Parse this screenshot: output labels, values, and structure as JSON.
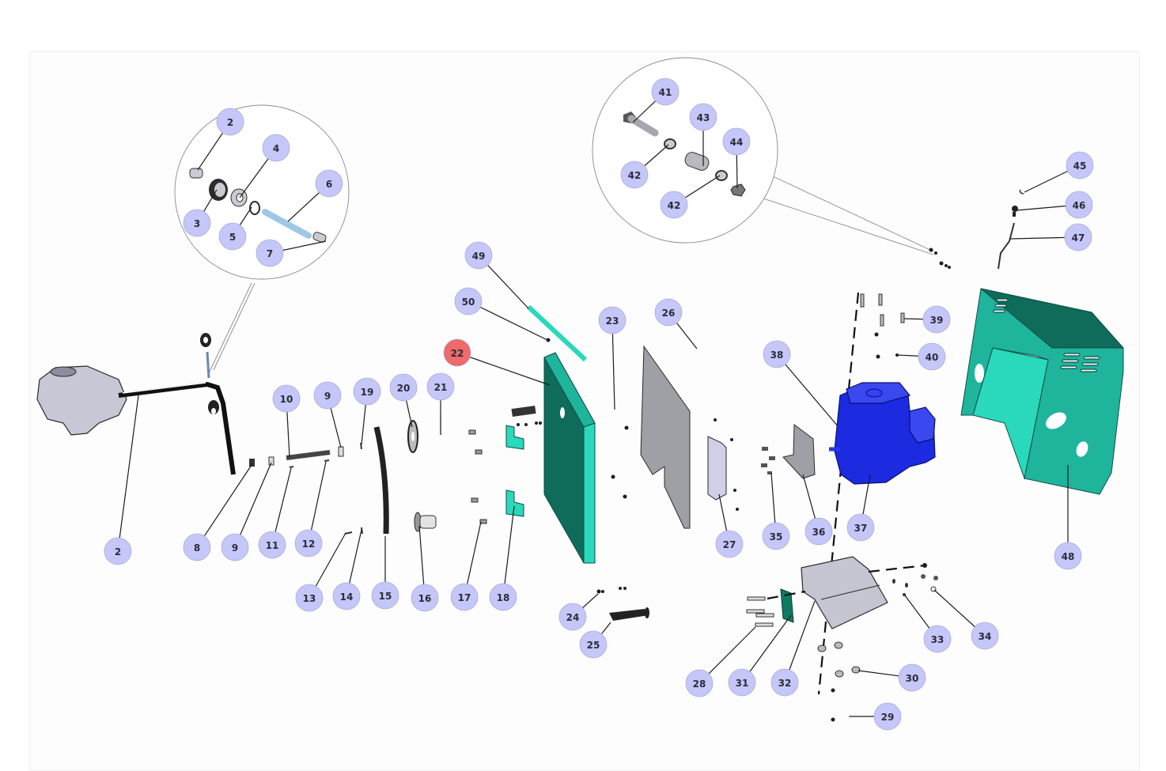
{
  "diagram": {
    "title": "Exploded parts diagram",
    "highlighted_part": "22",
    "colors": {
      "balloon_fill": "#c5c7f8",
      "balloon_highlight_fill": "#f06a6a",
      "frame_teal": "#1fb59d",
      "engine_blue": "#1c2be0",
      "plate_gray": "#9fa0a6"
    },
    "detail_views": [
      {
        "name": "gearbox-shaft-detail",
        "balloons": [
          "2",
          "3",
          "4",
          "5",
          "6",
          "7"
        ]
      },
      {
        "name": "hardware-detail",
        "balloons": [
          "41",
          "42",
          "43",
          "42",
          "44"
        ]
      }
    ],
    "balloons": {
      "b2a": "2",
      "b3": "3",
      "b4": "4",
      "b5": "5",
      "b6": "6",
      "b7": "7",
      "b2b": "2",
      "b8": "8",
      "b9a": "9",
      "b9b": "9",
      "b10": "10",
      "b11": "11",
      "b12": "12",
      "b13": "13",
      "b14": "14",
      "b15": "15",
      "b16": "16",
      "b17": "17",
      "b18": "18",
      "b19": "19",
      "b20": "20",
      "b21": "21",
      "b22": "22",
      "b23": "23",
      "b24": "24",
      "b25": "25",
      "b26": "26",
      "b27": "27",
      "b28": "28",
      "b29": "29",
      "b30": "30",
      "b31": "31",
      "b32": "32",
      "b33": "33",
      "b34": "34",
      "b35": "35",
      "b36": "36",
      "b37": "37",
      "b38": "38",
      "b39": "39",
      "b40": "40",
      "b41": "41",
      "b42a": "42",
      "b42b": "42",
      "b43": "43",
      "b44": "44",
      "b45": "45",
      "b46": "46",
      "b47": "47",
      "b48": "48",
      "b49": "49",
      "b50": "50"
    }
  }
}
